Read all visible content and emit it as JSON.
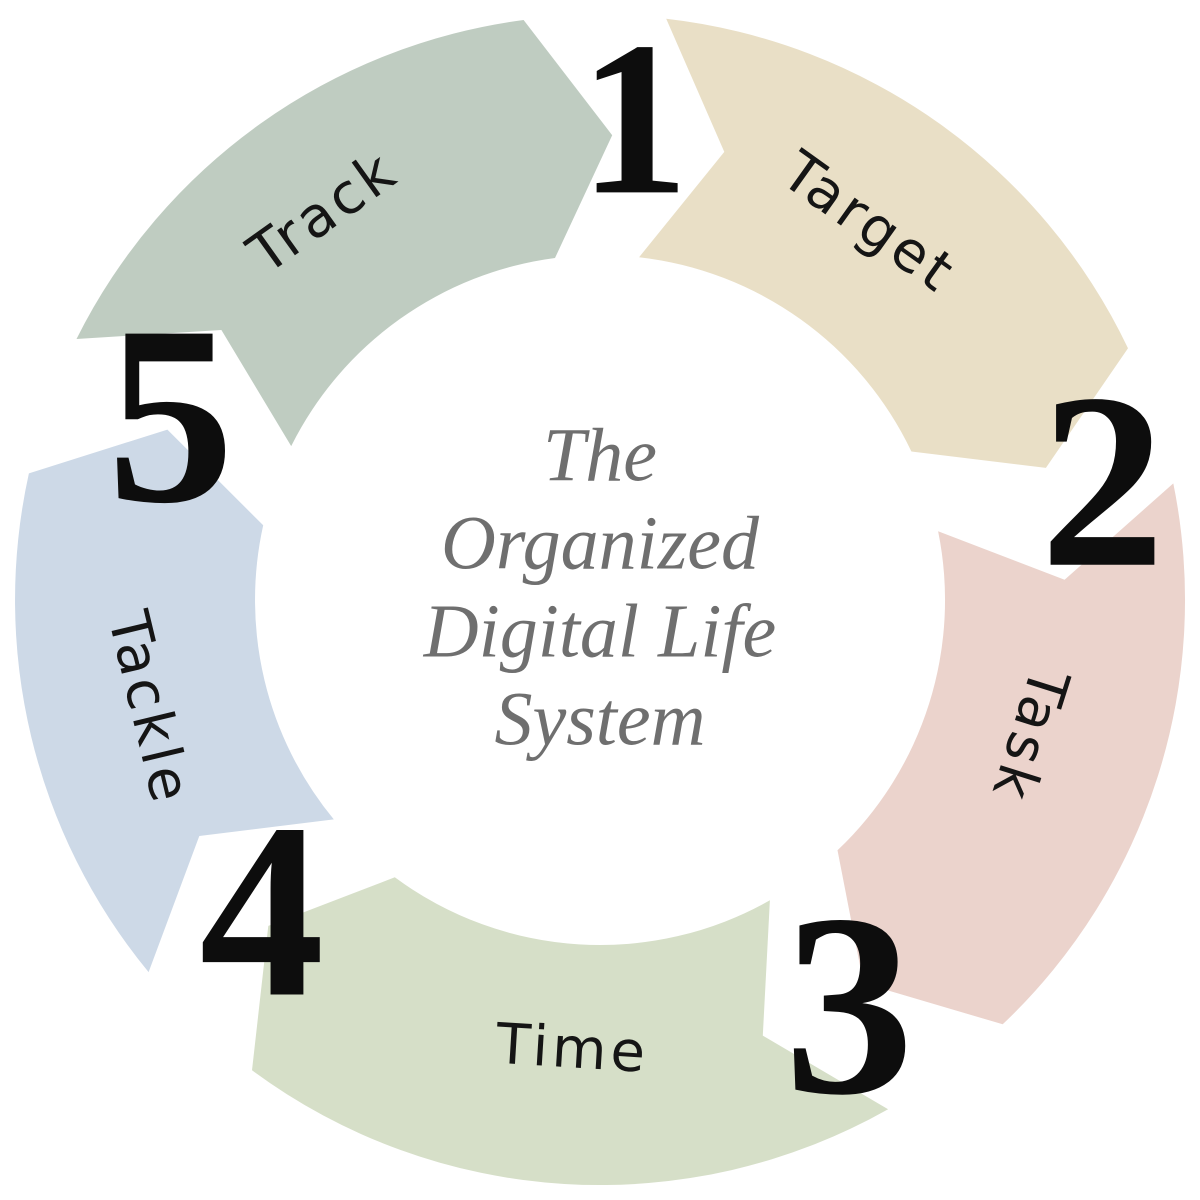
{
  "diagram": {
    "background": "#ffffff",
    "center": {
      "lines": [
        "The",
        "Organized",
        "Digital Life",
        "System"
      ],
      "color": "#6f6f6f"
    },
    "number_color": "#0d0d0d",
    "label_color": "#151515",
    "segments": [
      {
        "number": "1",
        "label": "Target",
        "color": "#e9dfc6"
      },
      {
        "number": "2",
        "label": "Task",
        "color": "#ebd3cc"
      },
      {
        "number": "3",
        "label": "Time",
        "color": "#d6dfc8"
      },
      {
        "number": "4",
        "label": "Tackle",
        "color": "#cdd9e7"
      },
      {
        "number": "5",
        "label": "Track",
        "color": "#bfccc1"
      }
    ]
  }
}
